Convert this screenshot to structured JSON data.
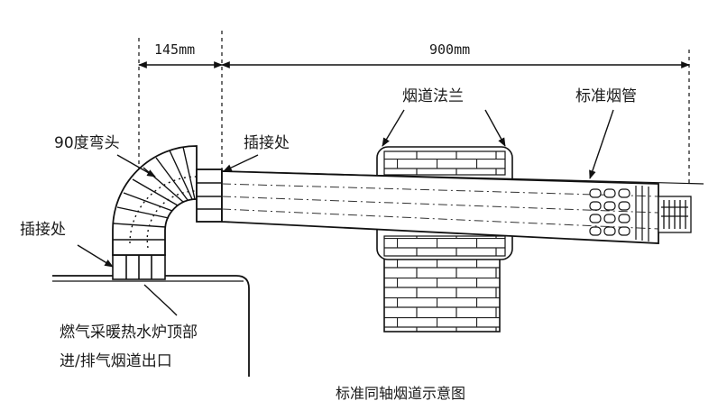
{
  "dimensions": {
    "short": "145mm",
    "long": "900mm"
  },
  "labels": {
    "elbow": "90度弯头",
    "joint_top": "插接处",
    "joint_left": "插接处",
    "flange": "烟道法兰",
    "pipe": "标准烟管",
    "outlet_line1": "燃气采暖热水炉顶部",
    "outlet_line2": "进/排气烟道出口"
  },
  "caption": "标准同轴烟道示意图"
}
